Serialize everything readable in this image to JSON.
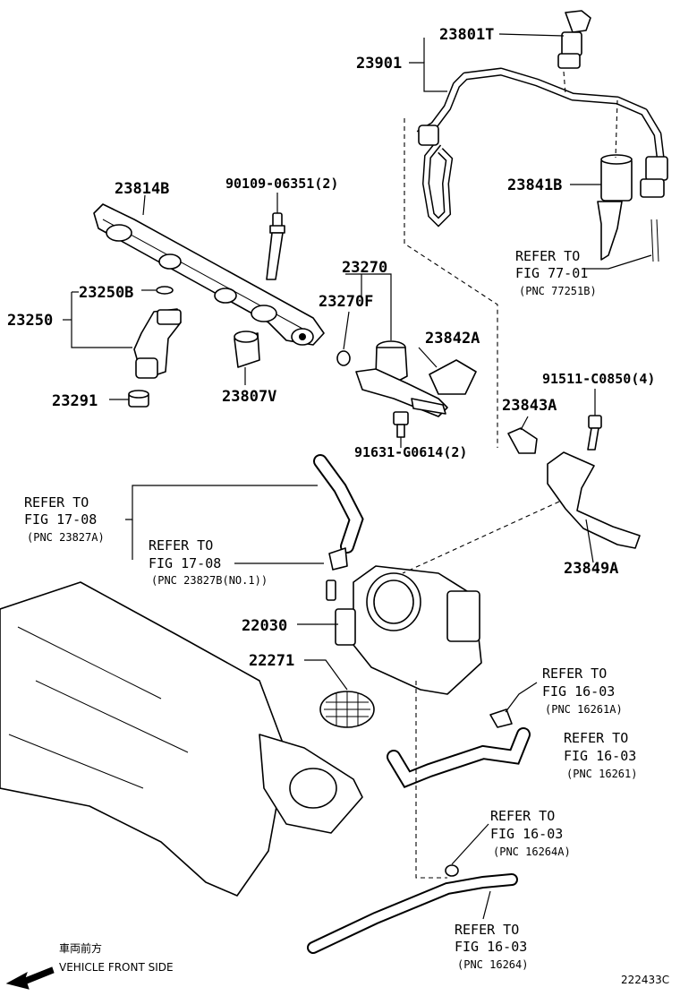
{
  "parts": {
    "p23801T": "23801T",
    "p23901": "23901",
    "p23841B": "23841B",
    "p23814B": "23814B",
    "p90109": "90109-06351(2)",
    "p23270": "23270",
    "p23270F": "23270F",
    "p23250B": "23250B",
    "p23250": "23250",
    "p23842A": "23842A",
    "p23291": "23291",
    "p23807V": "23807V",
    "p91511": "91511-C0850(4)",
    "p23843A": "23843A",
    "p91631": "91631-G0614(2)",
    "p23849A": "23849A",
    "p22030": "22030",
    "p22271": "22271"
  },
  "refs": {
    "r1": {
      "l1": "REFER TO",
      "l2": "FIG 77-01",
      "l3": "(PNC 77251B)"
    },
    "r2": {
      "l1": "REFER TO",
      "l2": "FIG 17-08",
      "l3": "(PNC 23827A)"
    },
    "r3": {
      "l1": "REFER TO",
      "l2": "FIG 17-08",
      "l3": "(PNC 23827B(NO.1))"
    },
    "r4": {
      "l1": "REFER TO",
      "l2": "FIG 16-03",
      "l3": "(PNC 16261A)"
    },
    "r5": {
      "l1": "REFER TO",
      "l2": "FIG 16-03",
      "l3": "(PNC 16261)"
    },
    "r6": {
      "l1": "REFER TO",
      "l2": "FIG 16-03",
      "l3": "(PNC 16264A)"
    },
    "r7": {
      "l1": "REFER TO",
      "l2": "FIG 16-03",
      "l3": "(PNC 16264)"
    }
  },
  "footer": {
    "front_jp": "車両前方",
    "front_en": "VEHICLE FRONT SIDE",
    "diagram_id": "222433C"
  },
  "icons": {
    "front_arrow": "arrow-left-down-icon"
  }
}
